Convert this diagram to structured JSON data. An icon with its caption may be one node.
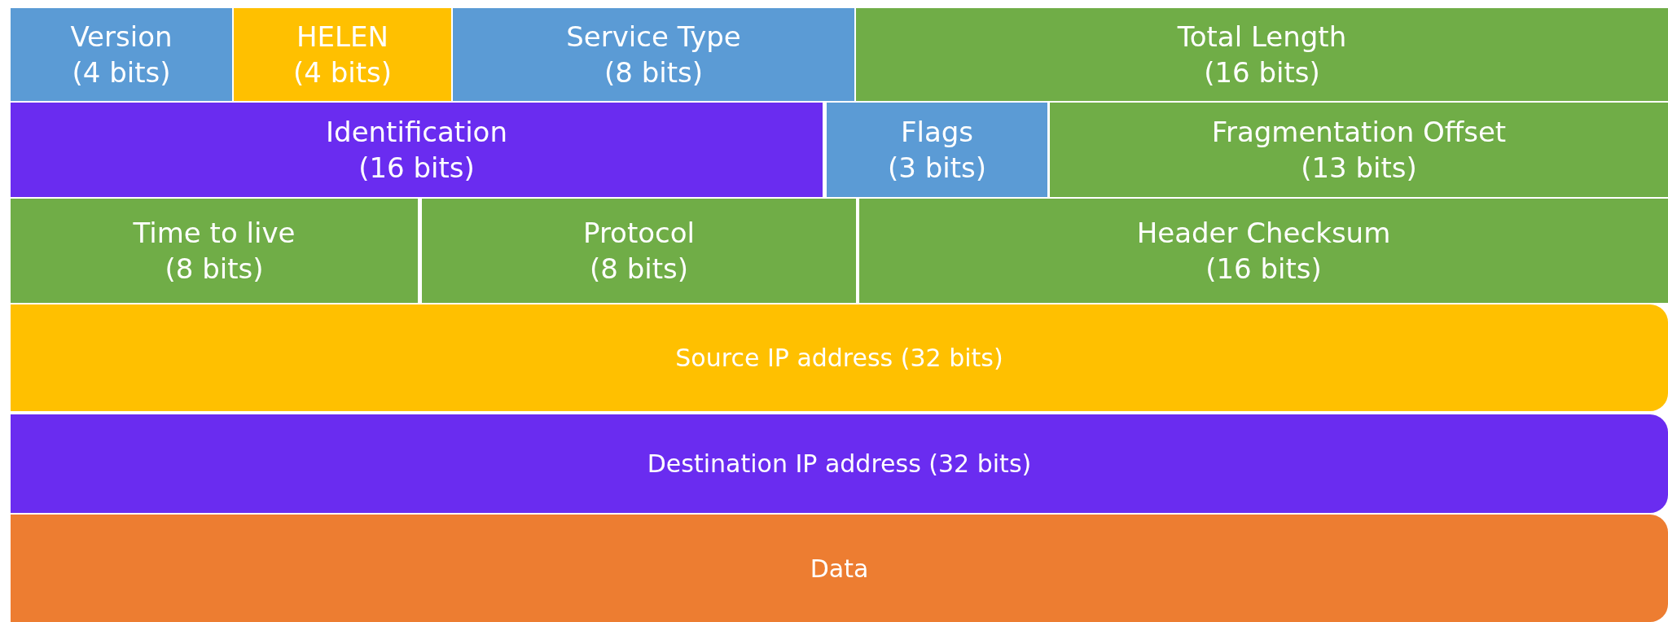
{
  "diagram": {
    "nodes": [
      {
        "text": [
          "Version",
          "(4 bits)"
        ]
      },
      {
        "text": [
          "HELEN",
          "(4 bits)"
        ]
      },
      {
        "text": [
          "Service Type",
          "(8 bits)"
        ]
      },
      {
        "text": [
          "Total Length",
          "(16 bits)"
        ]
      },
      {
        "text": [
          "Identification",
          "(16 bits)"
        ]
      },
      {
        "text": [
          "Flags",
          "(3 bits)"
        ]
      },
      {
        "text": [
          "Fragmentation Offset",
          "(13 bits)"
        ]
      },
      {
        "text": [
          "Time to live",
          "(8 bits)"
        ]
      },
      {
        "text": [
          "Protocol",
          "(8 bits)"
        ]
      },
      {
        "text": [
          "Header Checksum",
          "(16 bits)"
        ]
      },
      {
        "text": [
          "Source IP address (32 bits)"
        ]
      },
      {
        "text": [
          "Destination IP address (32 bits)"
        ]
      },
      {
        "text": [
          "Data"
        ]
      }
    ]
  }
}
